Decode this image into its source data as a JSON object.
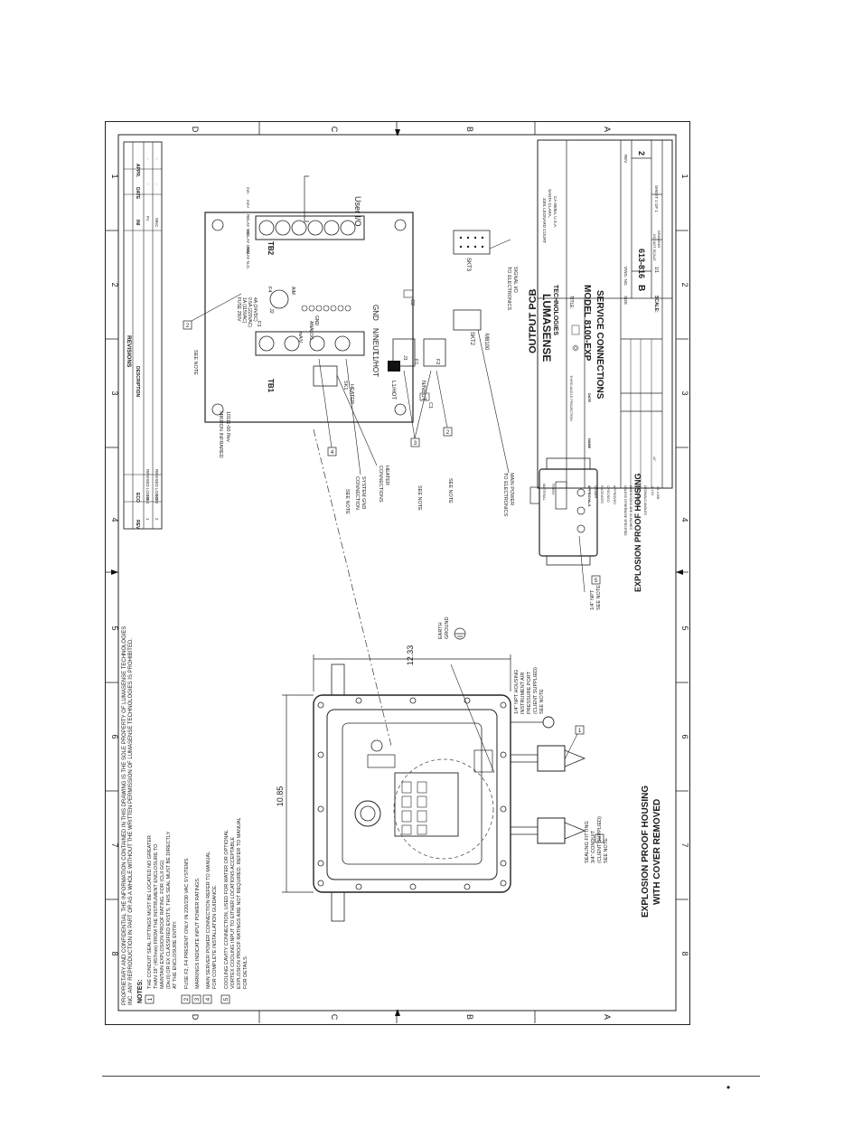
{
  "zones": {
    "numbers": [
      "8",
      "7",
      "6",
      "5",
      "4",
      "3",
      "2",
      "1"
    ],
    "letters": [
      "D",
      "C",
      "B",
      "A"
    ]
  },
  "notice": {
    "line1": "PROPRIETARY AND CONFIDENTIAL THE INFORMATION CONTAINED IN THIS DRAWING IS THE SOLE PROPERTY OF LUMASENSE TECHNOLOGIES",
    "line2": "INC. ANY REPRODUCTION IN PART OR AS A WHOLE WITHOUT THE WRITTEN PERMISSION OF LUMASENSE TECHNOLOGIES IS PROHIBITED."
  },
  "notes": {
    "heading": "NOTES:",
    "items": [
      {
        "num": "1",
        "lines": [
          "THE CONDUIT SEAL FITTINGS MUST BE LOCATED NO GREATER",
          "THAN 18\" (457mm) FROM THE INSTRUMENT ENCLOSURE TO",
          "MAINTAIN EXPLOSION PROOF RATING. FOR (CLII GG)",
          "(Div.II) OR EX CLASSIFIED EXISTS, THIS SEAL MUST BE DIRECTLY",
          "AT THE ENCLOSURE ENTRY."
        ]
      },
      {
        "num": "2",
        "lines": [
          "FUSE F2, F4 PRESENT ONLY IN 220/230 VAC SYSTEMS."
        ]
      },
      {
        "num": "3",
        "lines": [
          "MARKINGS INDICATE INPUT POWER RATINGS."
        ]
      },
      {
        "num": "4",
        "lines": [
          "MAIN SERVER POWER CONNECTION REFER TO MANUAL",
          "FOR COMPLETE INSTALLATION GUIDANCE."
        ]
      },
      {
        "num": "5",
        "lines": [
          "COOLING CAVITY CONNECTION, USED FOR WATER OR OPTIONAL",
          "VORTEX COOLING INPUT TO EITHER LOCATIONS ACCEPTABLE",
          "EXPLOSION PROOF RATINGS ARE NOT REQUIRED. REFER TO MANUAL",
          "FOR DETAILS."
        ]
      }
    ]
  },
  "dims": {
    "height": "10.85",
    "width": "12.33"
  },
  "labels": {
    "sealing_fitting": [
      "SEALING FITTING",
      "3/4\" CONDUIT",
      "(CLIENT SUPPLIED)",
      "SEE NOTE"
    ],
    "npt_housing": [
      "1/4\" NPT HOUSING",
      "INSTRUMENT AIR",
      "PRESSURE PORT",
      "(CLIENT SUPPLIED)",
      "SEE NOTE"
    ],
    "earth_ground": [
      "EARTH",
      "GROUND"
    ],
    "housing_cover_title": [
      "EXPLOSION PROOF HOUSING",
      "WITH COVER REMOVED"
    ],
    "npt_quarter": [
      "1/4\" NPT",
      "SEE NOTE"
    ],
    "housing_title": "EXPLOSION PROOF HOUSING",
    "see_note": "SEE NOTE",
    "system_gnd": [
      "SYSTEM GND",
      "CONNECTION"
    ],
    "heater_connections": [
      "HEATER",
      "CONNECTIONS"
    ],
    "main_power": [
      "MAIN POWER",
      "TO ELECTRONICS"
    ],
    "signal_io": [
      "SIGNAL I/O",
      "TO ELECTRONICS"
    ],
    "output_pcb": "OUTPUT PCB",
    "user_io": "User I/O"
  },
  "pcb": {
    "tb1": "TB1",
    "tb2": "TB2",
    "l1_hot": "L1/HOT",
    "n_neut": "N/NEUT",
    "gnd": "GND",
    "l1hot_small": "L1/HOT",
    "nneut_small": "N/NEUT",
    "sk1_heater": [
      "SK1",
      "HEATER"
    ],
    "sk2": "SKT2",
    "sk3": "SKT3",
    "m8100": "M8100",
    "mikron": "MIKRON INFRARED",
    "part_no": "10111-00 Rev",
    "f1": "F1",
    "f2": "F2",
    "f3": "F3",
    "f4": "F4",
    "j1": "J1",
    "j2": "J2",
    "c1": "C1",
    "c2": "C2",
    "fuse_rating": [
      "FUSE 250V",
      "1A (115VAC)",
      "0.5A (220VAC)",
      "4A (24VDC)"
    ],
    "relay_labels": [
      "RELAY N.O.",
      "RELAY COM",
      "RELAY N.C.",
      "mA+",
      "mA-"
    ],
    "analog": [
      "ANALOG",
      "GND"
    ],
    "ma_v": "mA/V",
    "aim": "AIM"
  },
  "revisions": {
    "title": "REVISIONS",
    "headers": [
      "REV",
      "ECO",
      "DESCRIPTION",
      "INI",
      "DATE",
      "APPR."
    ],
    "rows": [
      {
        "rev": "1",
        "eco": "7954",
        "desc": "REVISED LOGO",
        "ini": "PJ",
        "date": "-",
        "appr": "-"
      },
      {
        "rev": "2",
        "eco": "9283",
        "desc": "REVISED LOGO",
        "ini": "WKC",
        "date": "-",
        "appr": "-"
      }
    ]
  },
  "title_block": {
    "company": "LUMASENSE",
    "company_sub": "TECHNOLOGIES",
    "address": [
      "3301 LEONARD COURT",
      "SANTA CLARA,",
      "CA 95054, U.S.A."
    ],
    "title_label": "TITLE:",
    "title_lines": [
      "MODEL 8100-EXP",
      "SERVICE CONNECTIONS"
    ],
    "size_label": "SIZE",
    "size": "B",
    "dwg_label": "DWG. NO.",
    "dwg_no": "613-816",
    "rev_label": "REV",
    "rev": "2",
    "scale_label": "SCALE:",
    "scale": "1/1",
    "donot": [
      "DO NOT SCALE",
      "DRAWING"
    ],
    "sheet": "SHEET 1 OF 1",
    "material": "MATERIAL",
    "finish": "FINISH",
    "projection": "THIRD ANGLE PROJECTION",
    "approvals": [
      "APPROVALS",
      "DRAWN",
      "ENGINEER",
      "CHECKED",
      "APPROVED"
    ],
    "col_name": "NAME",
    "col_date": "DATE",
    "tolerances": [
      "UNLESS OTHERWISE SPECIFIED",
      "DIMENSIONS ARE IN INCHES",
      "TOLERANCES:",
      "DECIMALS   ANGLES",
      ".X  ±.01",
      ".XX ±.005",
      "±1°"
    ]
  }
}
